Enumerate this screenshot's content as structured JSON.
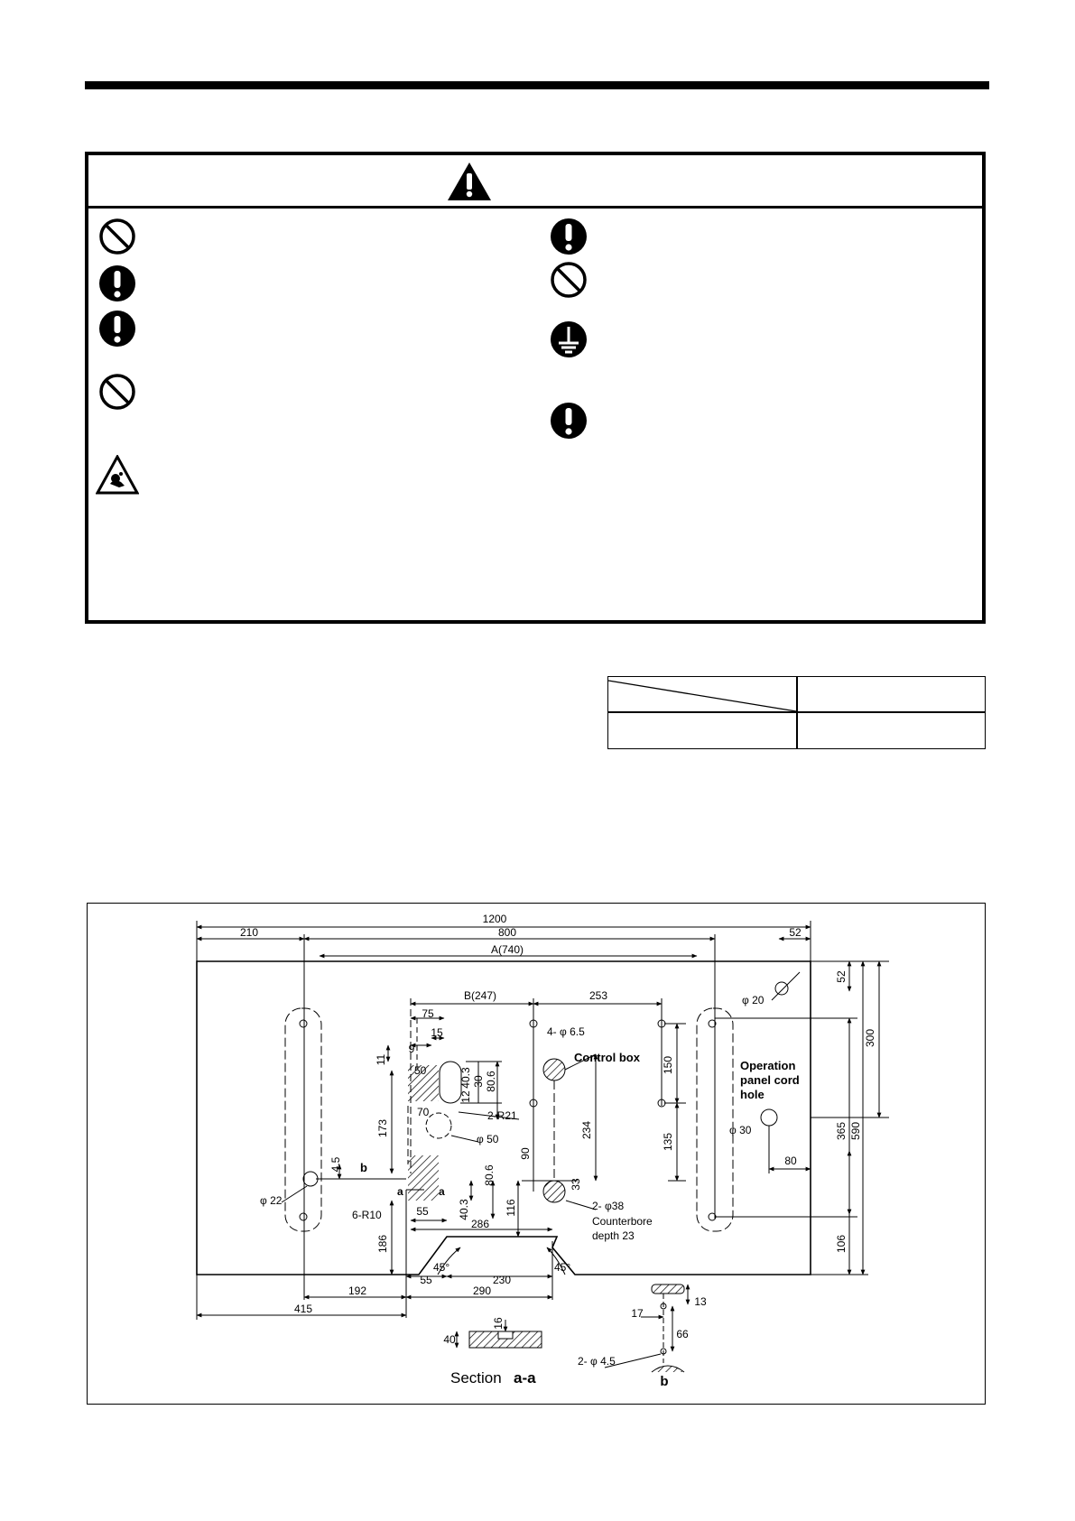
{
  "caution": {
    "symbols_left": [
      "prohibited-icon",
      "mandatory-icon",
      "mandatory-icon",
      "prohibited-icon",
      "hand-caught-warning-icon"
    ],
    "symbols_right": [
      "mandatory-icon",
      "prohibited-icon",
      "ground-icon",
      "mandatory-icon"
    ]
  },
  "drawing": {
    "dims": {
      "d1200": "1200",
      "d210": "210",
      "d800": "800",
      "d52a": "52",
      "dA740": "A(740)",
      "d52b": "52",
      "d300": "300",
      "d365": "365",
      "d590": "590",
      "d106": "106",
      "phi20": "φ 20",
      "dB247": "B(247)",
      "d253": "253",
      "phi65": "4- φ 6.5",
      "d75": "75",
      "d15": "15",
      "d9": "9",
      "d11": "11",
      "d50a": "50",
      "d403a": "40.3",
      "d30": "30",
      "d806a": "80.6",
      "d12": "12",
      "d70": "70",
      "r21": "2-R21",
      "d150": "150",
      "d135": "135",
      "d234": "234",
      "d173": "173",
      "phi50": "φ 50",
      "phi30": "φ 30",
      "d80": "80",
      "d90": "90",
      "d45a": "4.5",
      "phi22": "φ 22",
      "d806b": "80.6",
      "d33": "33",
      "phi38": "2- φ38",
      "r10": "6-R10",
      "d55a": "55",
      "d403b": "40.3",
      "d116": "116",
      "d286": "286",
      "d186": "186",
      "ang1": "45°",
      "ang2": "45°",
      "d55b": "55",
      "d230": "230",
      "d192": "192",
      "d290": "290",
      "d415": "415",
      "d16": "16",
      "d40": "40",
      "d13": "13",
      "d17": "17",
      "d66": "66",
      "phi45": "2- φ 4.5"
    },
    "labels": {
      "control_box": "Control box",
      "op_panel_1": "Operation",
      "op_panel_2": "panel cord",
      "op_panel_3": "hole",
      "counterbore_1": "Counterbore",
      "counterbore_2": "depth 23",
      "mark_b": "b",
      "mark_a1": "a",
      "mark_a2": "a",
      "section_label": "Section",
      "section_marker": "a-a",
      "detail_b": "b"
    }
  }
}
